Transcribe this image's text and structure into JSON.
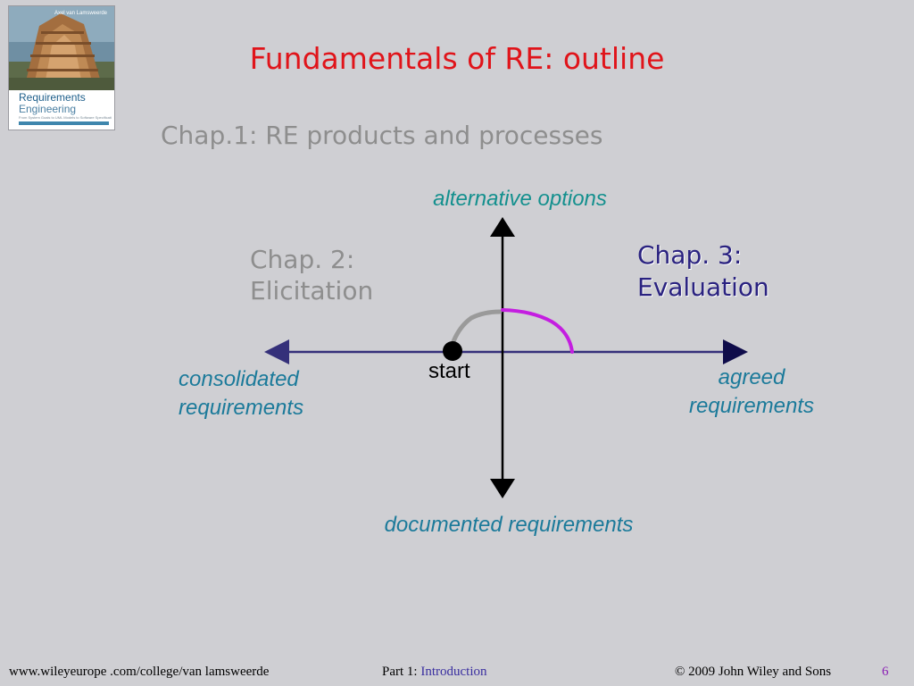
{
  "slide": {
    "title": "Fundamentals of RE: outline",
    "subtitle": "Chap.1:  RE products and processes"
  },
  "book_cover": {
    "author": "Axel van Lamsweerde",
    "title_line1": "Requirements",
    "title_line2": "Engineering",
    "subtitle": "From System Goals to UML Models to Software Specifications"
  },
  "diagram": {
    "chap2_line1": "Chap. 2:",
    "chap2_line2": "Elicitation",
    "chap3_line1": "Chap. 3:",
    "chap3_line2": "Evaluation",
    "axis_up": "alternative options",
    "axis_left_line1": "consolidated",
    "axis_left_line2": "requirements",
    "axis_right_line1": "agreed",
    "axis_right_line2": "requirements",
    "axis_down": "documented requirements",
    "start": "start"
  },
  "colors": {
    "background": "#cfcfd3",
    "title": "#e0141a",
    "axis": "#35307a",
    "elicitation_arc": "#9a9a9a",
    "evaluation_arc": "#c41ee0",
    "labels": "#1b7a9a",
    "chap3": "#2a2280"
  },
  "footer": {
    "url": "www.wileyeurope .com/college/van lamsweerde",
    "part_prefix": "Part 1: ",
    "part_name": "Introduction",
    "copyright": "©  2009 John Wiley and Sons",
    "page": "6"
  }
}
